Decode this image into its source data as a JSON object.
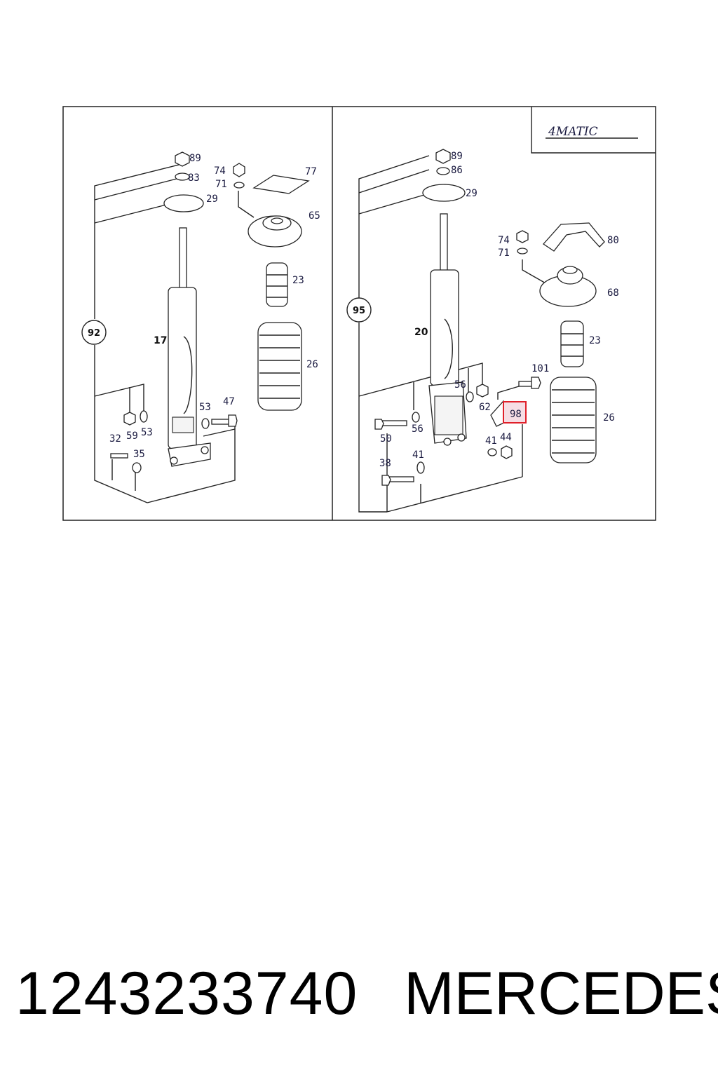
{
  "left_panel": {
    "group_label": "92",
    "strut_label": "17",
    "labels": [
      "89",
      "83",
      "29",
      "74",
      "71",
      "77",
      "65",
      "23",
      "26",
      "53",
      "47",
      "59",
      "53",
      "32",
      "35"
    ]
  },
  "right_panel": {
    "badge": "4MATIC",
    "group_label": "95",
    "strut_label": "20",
    "labels": [
      "89",
      "86",
      "29",
      "74",
      "71",
      "80",
      "68",
      "23",
      "101",
      "56",
      "56",
      "62",
      "98",
      "26",
      "50",
      "41",
      "44",
      "38",
      "41"
    ],
    "highlighted": "98"
  },
  "colors": {
    "highlight": "#e0202a",
    "highlight_fill": "#f6dde4",
    "line": "#222222"
  },
  "footer": {
    "part_number": "1243233740",
    "brand": "MERCEDES"
  }
}
